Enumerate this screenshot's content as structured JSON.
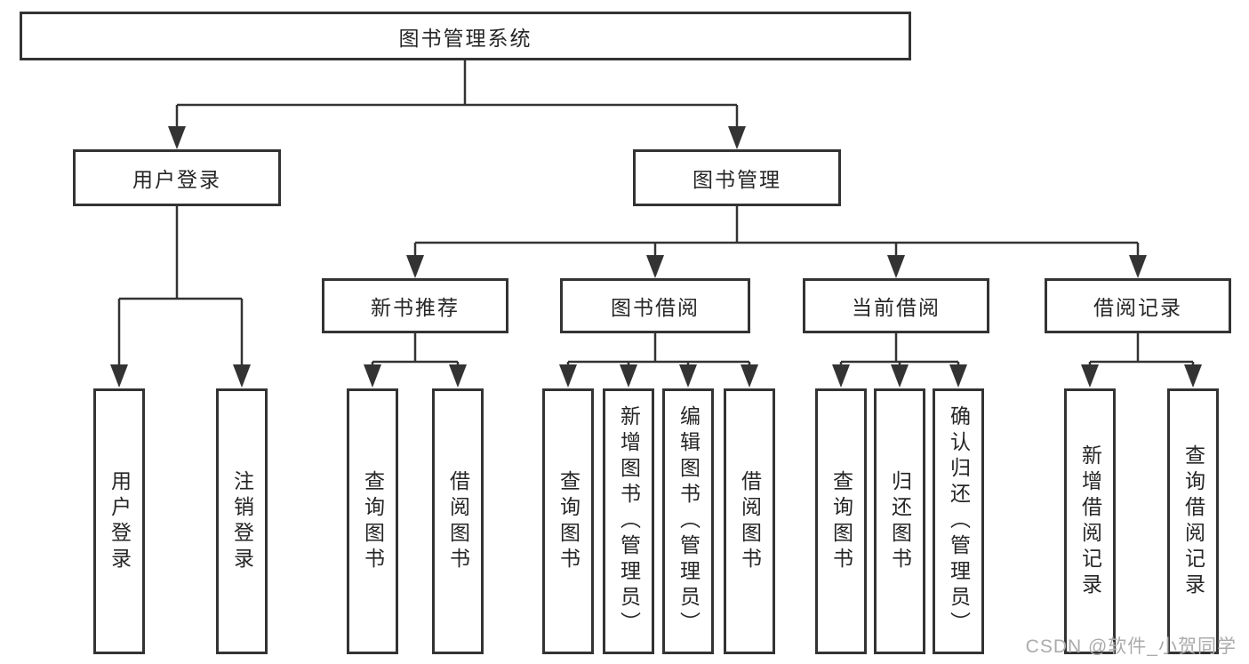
{
  "diagram": {
    "root": {
      "label": "图书管理系统"
    },
    "level1": [
      {
        "label": "用户登录"
      },
      {
        "label": "图书管理"
      }
    ],
    "level2": [
      {
        "label": "新书推荐"
      },
      {
        "label": "图书借阅"
      },
      {
        "label": "当前借阅"
      },
      {
        "label": "借阅记录"
      }
    ],
    "leaves": {
      "user_login": [
        {
          "label": "用户登录"
        },
        {
          "label": "注销登录"
        }
      ],
      "new_books": [
        {
          "label": "查询图书"
        },
        {
          "label": "借阅图书"
        }
      ],
      "book_borrow": [
        {
          "label": "查询图书"
        },
        {
          "label": "新增图书（管理员）"
        },
        {
          "label": "编辑图书（管理员）"
        },
        {
          "label": "借阅图书"
        }
      ],
      "current_borrow": [
        {
          "label": "查询图书"
        },
        {
          "label": "归还图书"
        },
        {
          "label": "确认归还（管理员）"
        }
      ],
      "borrow_records": [
        {
          "label": "新增借阅记录"
        },
        {
          "label": "查询借阅记录"
        }
      ]
    },
    "watermark": "CSDN @软件_小贺同学",
    "colors": {
      "line": "#333333",
      "text": "#262626",
      "background": "#ffffff",
      "watermark": "#ababab"
    }
  }
}
